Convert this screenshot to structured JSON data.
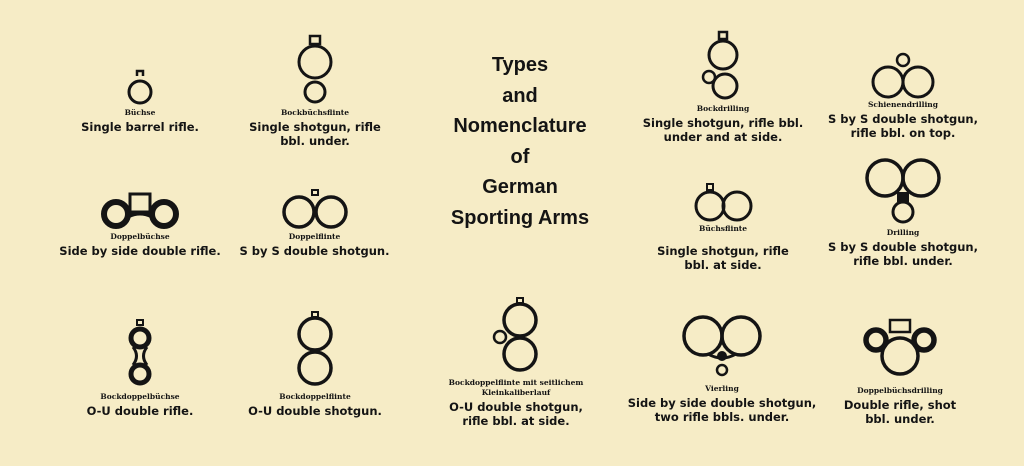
{
  "title_lines": [
    "Types",
    "and",
    "Nomenclature",
    "of",
    "German",
    "Sporting Arms"
  ],
  "colors": {
    "background": "#f6ecc6",
    "ink": "#141414"
  },
  "items": [
    {
      "name": "Büchse",
      "desc": [
        "Single barrel rifle."
      ],
      "icon": "single-rifle-barrel-icon"
    },
    {
      "name": "Bockbüchsflinte",
      "desc": [
        "Single shotgun, rifle",
        "bbl. under."
      ],
      "icon": "over-under-shotgun-rifle-icon"
    },
    {
      "name": "Bockdrilling",
      "desc": [
        "Single shotgun, rifle bbl.",
        "under and at side."
      ],
      "icon": "bockdrilling-barrels-icon"
    },
    {
      "name": "Schienendrilling",
      "desc": [
        "S by S double shotgun,",
        "rifle bbl. on top."
      ],
      "icon": "schienendrilling-barrels-icon"
    },
    {
      "name": "Doppelbüchse",
      "desc": [
        "Side by side double rifle."
      ],
      "icon": "side-by-side-rifle-barrels-icon"
    },
    {
      "name": "Doppelflinte",
      "desc": [
        "S by S double shotgun."
      ],
      "icon": "side-by-side-shotgun-barrels-icon"
    },
    {
      "name": "Büchsflinte",
      "desc": [
        "Single shotgun, rifle",
        "bbl. at side."
      ],
      "icon": "buchsflinte-barrels-icon"
    },
    {
      "name": "Drilling",
      "desc": [
        "S by S double shotgun,",
        "rifle bbl. under."
      ],
      "icon": "drilling-barrels-icon"
    },
    {
      "name": "Bockdoppelbüchse",
      "desc": [
        "O-U double rifle."
      ],
      "icon": "over-under-rifle-barrels-icon"
    },
    {
      "name": "Bockdoppelflinte",
      "desc": [
        "O-U double shotgun."
      ],
      "icon": "over-under-shotgun-barrels-icon"
    },
    {
      "name": "Bockdoppelflinte mit seitlichem Kleinkaliberlauf",
      "desc": [
        "O-U double shotgun,",
        "rifle bbl. at side."
      ],
      "icon": "bockdoppelflinte-side-barrel-icon"
    },
    {
      "name": "Vierling",
      "desc": [
        "Side by side double shotgun,",
        "two rifle bbls. under."
      ],
      "icon": "vierling-barrels-icon"
    },
    {
      "name": "Doppelbüchsdrilling",
      "desc": [
        "Double rifle, shot",
        "bbl. under."
      ],
      "icon": "doppelbuchsdrilling-barrels-icon"
    }
  ]
}
